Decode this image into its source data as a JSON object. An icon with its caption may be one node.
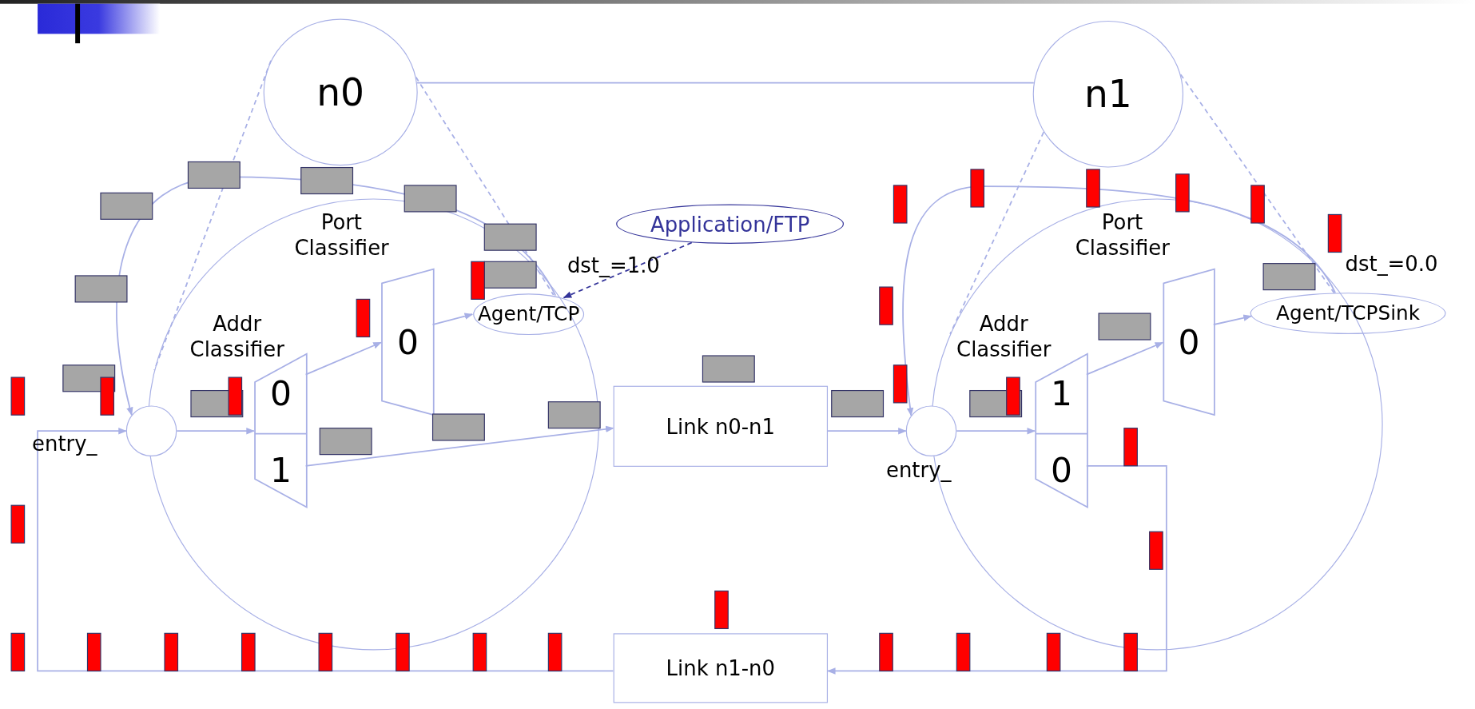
{
  "diagram": {
    "nodes": [
      {
        "text": [
          "n0"
        ]
      },
      {
        "text": [
          "n1"
        ]
      },
      {
        "text": [],
        "shape": "circle"
      },
      {
        "text": [],
        "shape": "circle"
      },
      {
        "text": [],
        "shape": "circle",
        "beside": [
          "entry_"
        ]
      },
      {
        "text": [
          "Addr Classifier"
        ],
        "in": 2
      },
      {
        "text": [
          "0"
        ],
        "in": 5
      },
      {
        "text": [
          "1"
        ],
        "in": 5
      },
      {
        "text": [
          "Port Classifier"
        ],
        "in": 2
      },
      {
        "text": [
          "0"
        ],
        "in": 8
      },
      {
        "text": [
          "Agent/TCP"
        ],
        "in": 2
      },
      {
        "text": [
          "Application/FTP"
        ]
      },
      {
        "text": [
          "Link n0-n1"
        ]
      },
      {
        "text": [],
        "shape": "circle"
      },
      {
        "text": [
          "Addr Classifier"
        ],
        "in": 3
      },
      {
        "text": [
          "1"
        ],
        "in": 14
      },
      {
        "text": [
          "0"
        ],
        "in": 14
      },
      {
        "text": [
          "Port Classifier"
        ],
        "in": 3
      },
      {
        "text": [
          "0"
        ],
        "in": 17
      },
      {
        "text": [
          "Agent/TCPSink"
        ]
      },
      {
        "text": [
          "Link n1-n0"
        ]
      }
    ],
    "edges": [
      {
        "from": 0,
        "to": 1,
        "arrow": "none"
      },
      {
        "from": 0,
        "to": 2,
        "arrow": "none",
        "style": "dashed"
      },
      {
        "from": 0,
        "to": 10,
        "arrow": "none",
        "style": "dashed"
      },
      {
        "from": 1,
        "to": 3,
        "arrow": "none",
        "style": "dashed"
      },
      {
        "from": 1,
        "to": 19,
        "arrow": "none",
        "style": "dashed"
      },
      {
        "from": 10,
        "to": 4,
        "arrow": "to"
      },
      {
        "from": 4,
        "to": 5,
        "arrow": "to"
      },
      {
        "from": 6,
        "to": 8,
        "arrow": "to"
      },
      {
        "from": 7,
        "to": 12,
        "arrow": "to"
      },
      {
        "from": 9,
        "to": 10,
        "arrow": "to"
      },
      {
        "from": 11,
        "to": 10,
        "arrow": "to",
        "style": "dashed",
        "color": "#333399"
      },
      {
        "from": 12,
        "to": 13,
        "arrow": "to"
      },
      {
        "from": 19,
        "to": 13,
        "arrow": "to"
      },
      {
        "from": 13,
        "to": 14,
        "arrow": "to"
      },
      {
        "from": 15,
        "to": 17,
        "arrow": "to"
      },
      {
        "from": 18,
        "to": 19,
        "arrow": "to"
      },
      {
        "from": 16,
        "to": 20,
        "arrow": "to"
      },
      {
        "from": 20,
        "to": 4,
        "arrow": "to"
      }
    ],
    "labels": [
      "dst_=1.0",
      "dst_=0.0",
      "entry_"
    ]
  }
}
